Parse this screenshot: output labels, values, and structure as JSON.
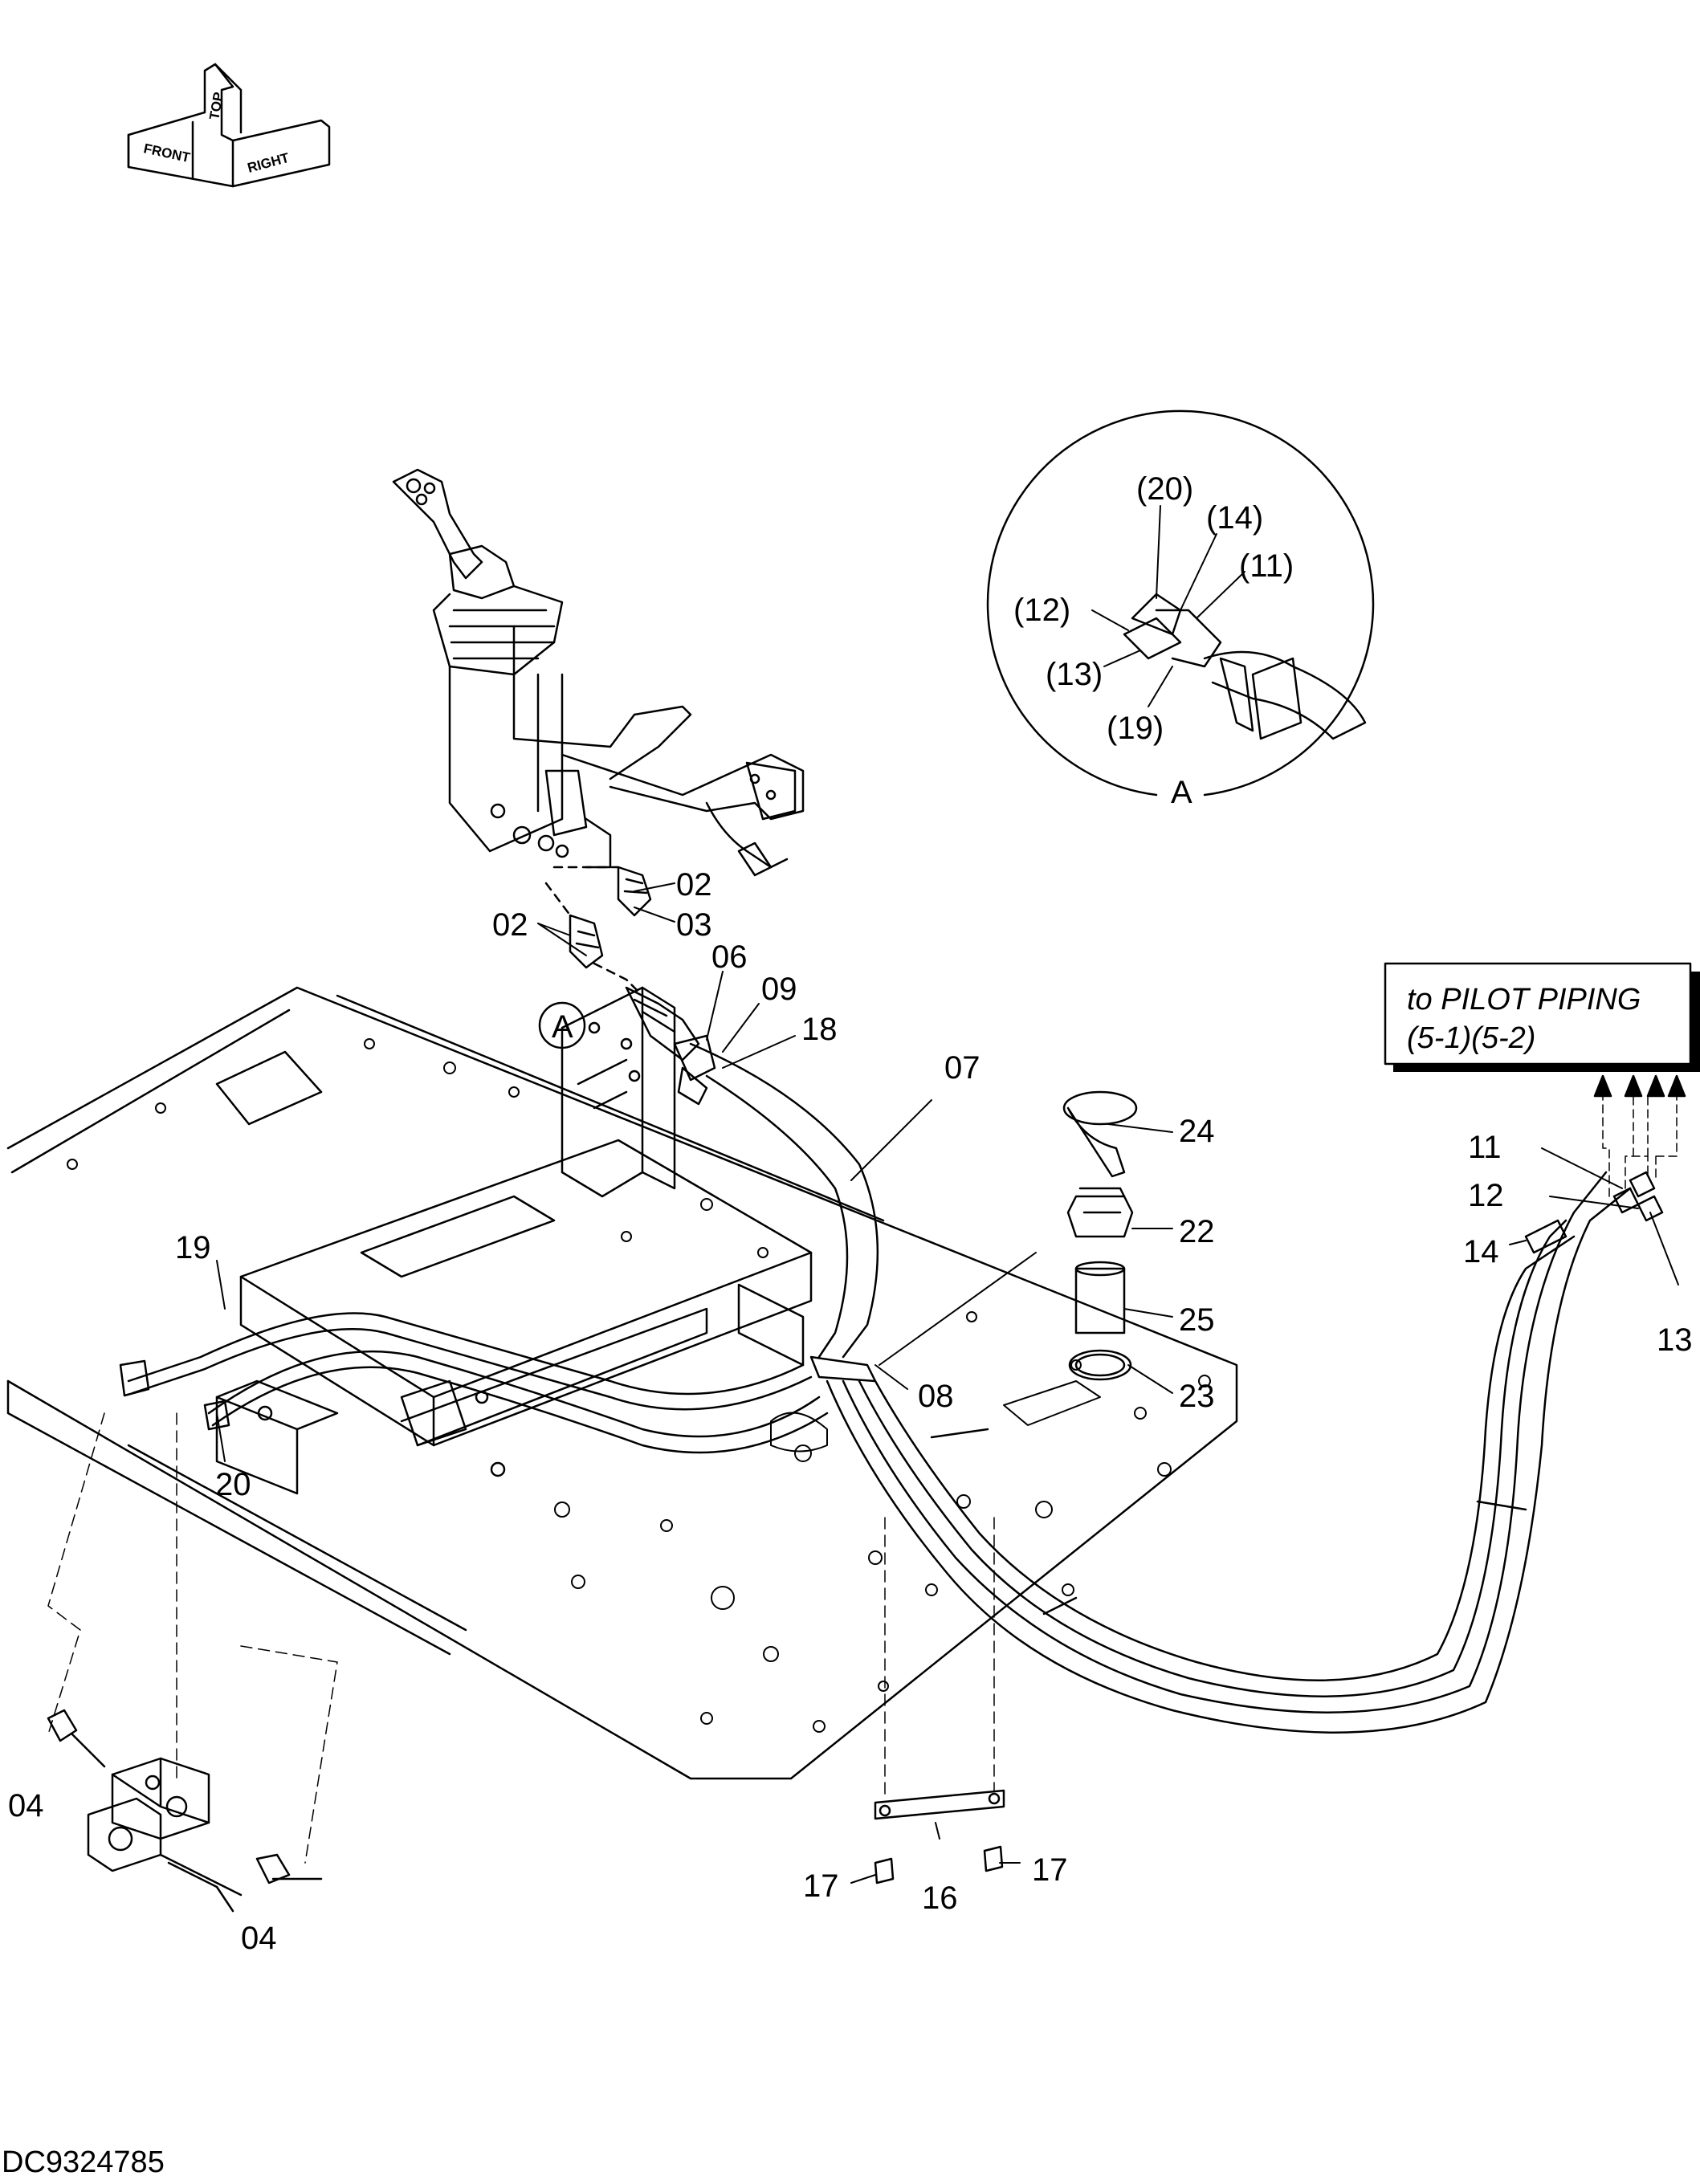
{
  "orientation": {
    "top": "TOP",
    "front": "FRONT",
    "right": "RIGHT"
  },
  "reference_box": {
    "line1": "to PILOT PIPING",
    "line2": "(5-1)(5-2)"
  },
  "detail": {
    "label": "A",
    "callouts": [
      "(20)",
      "(14)",
      "(11)",
      "(12)",
      "(13)",
      "(19)"
    ]
  },
  "view_marker": "A",
  "parts": [
    "02",
    "03",
    "02",
    "06",
    "09",
    "18",
    "07",
    "24",
    "22",
    "25",
    "23",
    "08",
    "19",
    "20",
    "11",
    "12",
    "14",
    "13",
    "04",
    "04",
    "17",
    "16",
    "17"
  ],
  "drawing_code": "DC9324785"
}
